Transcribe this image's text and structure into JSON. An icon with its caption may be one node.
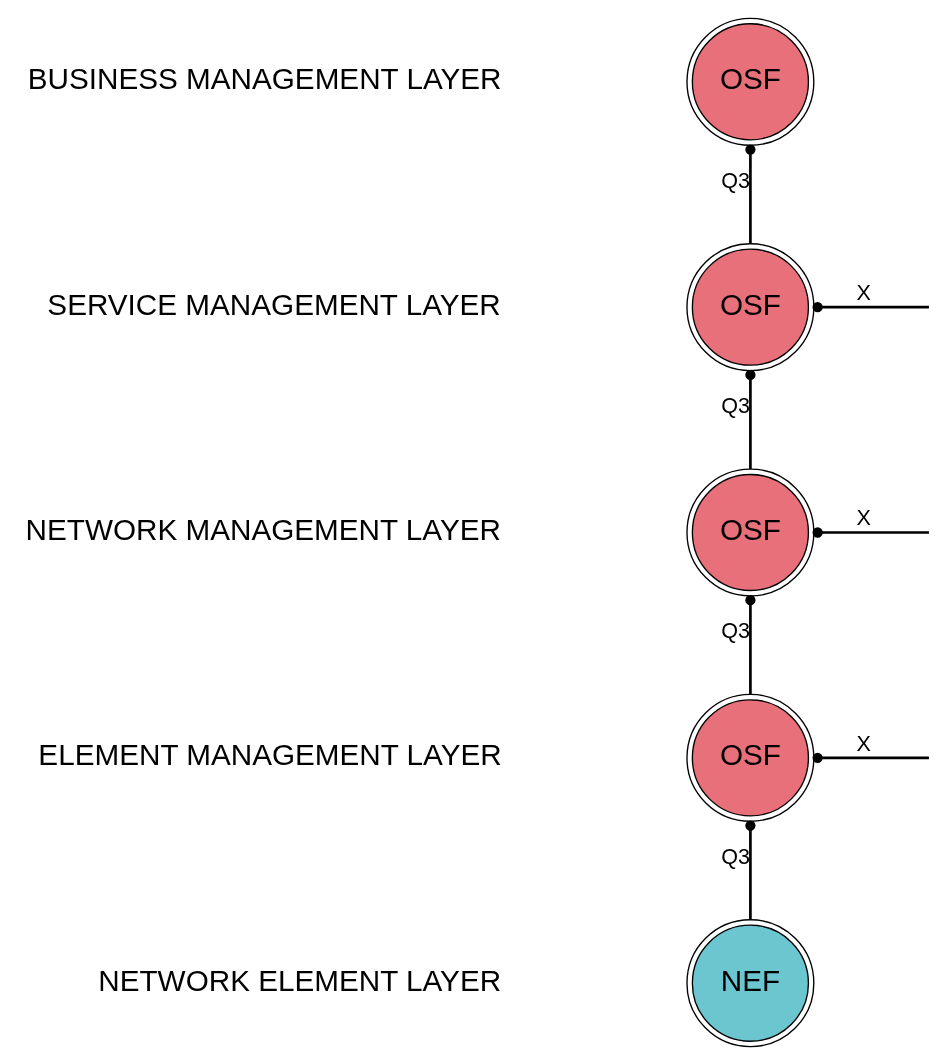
{
  "diagram": {
    "nodes": [
      {
        "text": [
          "OSF"
        ]
      },
      {
        "text": [
          "OSF"
        ]
      },
      {
        "text": [
          "OSF"
        ]
      },
      {
        "text": [
          "OSF"
        ]
      },
      {
        "text": [
          "NEF"
        ]
      }
    ],
    "edges": [
      {
        "from": 0,
        "to": 1,
        "arrow": "other",
        "label": "Q3"
      },
      {
        "from": 1,
        "to": null,
        "arrow": "other",
        "label": "X"
      },
      {
        "from": 1,
        "to": 2,
        "arrow": "other",
        "label": "Q3"
      },
      {
        "from": 2,
        "to": null,
        "arrow": "other",
        "label": "X"
      },
      {
        "from": 2,
        "to": 3,
        "arrow": "other",
        "label": "Q3"
      },
      {
        "from": 3,
        "to": null,
        "arrow": "other",
        "label": "X"
      },
      {
        "from": 3,
        "to": 4,
        "arrow": "other",
        "label": "Q3"
      }
    ],
    "labels": [
      "BUSINESS MANAGEMENT LAYER",
      "SERVICE MANAGEMENT LAYER",
      "NETWORK MANAGEMENT LAYER",
      "ELEMENT MANAGEMENT LAYER",
      "NETWORK ELEMENT LAYER"
    ]
  }
}
